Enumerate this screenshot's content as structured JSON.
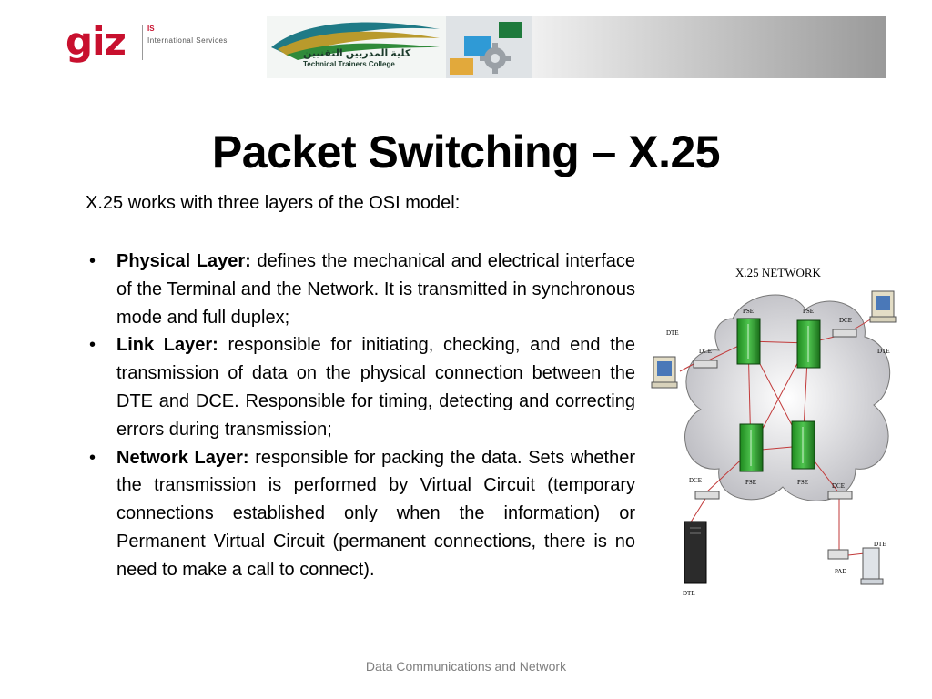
{
  "header": {
    "giz_logo": {
      "word": "giz",
      "is_label": "IS",
      "services": "International Services"
    },
    "college_logo": {
      "arabic": "كلية المدربين التقنيين",
      "english": "Technical Trainers College"
    }
  },
  "slide": {
    "title": "Packet Switching – X.25",
    "intro": "X.25 works with three layers of the OSI model:",
    "bullets": [
      {
        "term": "Physical Layer:",
        "text": " defines the mechanical and electrical interface of the Terminal and the Network. It is transmitted in synchronous mode and full duplex;"
      },
      {
        "term": "Link Layer:",
        "text": " responsible for initiating, checking, and end the transmission of data on the physical connection between the DTE and DCE. Responsible for timing, detecting and correcting errors during transmission;"
      },
      {
        "term": "Network Layer:",
        "text": " responsible for packing the data. Sets whether the transmission is performed by Virtual Circuit (temporary connections established only when the information) or Permanent Virtual Circuit (permanent connections, there is no need to make a call to connect)."
      }
    ],
    "bullet_symbol": "•",
    "footer": "Data Communications and Network"
  },
  "diagram": {
    "title": "X.25 NETWORK",
    "labels": {
      "pse": "PSE",
      "dce": "DCE",
      "dte": "DTE",
      "pad": "PAD"
    }
  },
  "colors": {
    "giz_red": "#c8102e",
    "switch_green": "#2e9e2e",
    "cloud_gray": "#c8c8cc",
    "link_red": "#c23a3a",
    "footer_gray": "#7f7f7f"
  }
}
